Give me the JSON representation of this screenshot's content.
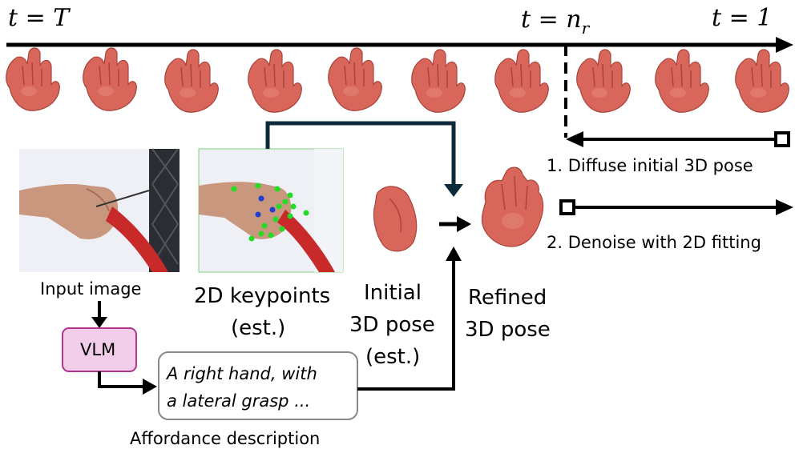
{
  "timeline": {
    "t_start": "t = T",
    "t_nr_main": "t = n",
    "t_nr_sub": "r",
    "t_end": "t = 1"
  },
  "steps": {
    "diffuse": "1. Diffuse initial 3D pose",
    "denoise": "2. Denoise with 2D fitting"
  },
  "input_image": {
    "caption": "Input image"
  },
  "keypoints": {
    "caption_line1": "2D keypoints",
    "caption_line2": "(est.)"
  },
  "initial_pose": {
    "line1": "Initial",
    "line2": "3D pose",
    "line3": "(est.)"
  },
  "refined_pose": {
    "line1": "Refined",
    "line2": "3D pose"
  },
  "vlm": {
    "label": "VLM"
  },
  "affordance": {
    "line1": "A right hand, with",
    "line2": "a lateral grasp ...",
    "caption": "Affordance description"
  },
  "colors": {
    "arrow_dark": "#0d2a3a",
    "hand_skin": "#d9665a",
    "vlm_fill": "#f2cdea",
    "vlm_border": "#b0358f",
    "keypoint_green": "#22dd22",
    "keypoint_blue": "#1f3fd0"
  }
}
